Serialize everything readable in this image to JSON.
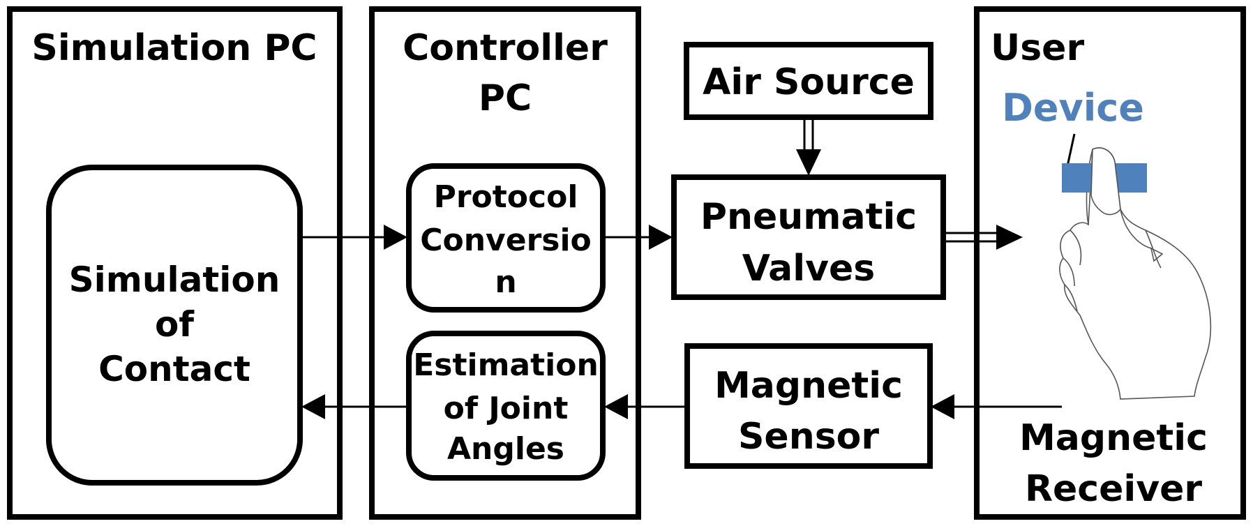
{
  "columns": {
    "simulation_pc": "Simulation PC",
    "controller_pc": [
      "Controller",
      "PC"
    ],
    "user": "User"
  },
  "blocks": {
    "simulation_of_contact": [
      "Simulation",
      "of",
      "Contact"
    ],
    "protocol_conversion": [
      "Protocol",
      "Conversio",
      "n"
    ],
    "estimation_joint_angles": [
      "Estimation",
      "of Joint",
      "Angles"
    ],
    "air_source": "Air Source",
    "pneumatic_valves": [
      "Pneumatic",
      "Valves"
    ],
    "magnetic_sensor": [
      "Magnetic",
      "Sensor"
    ],
    "magnetic_receiver": [
      "Magnetic",
      "Receiver"
    ]
  },
  "device": {
    "label": "Device",
    "color": "#4f81bd"
  }
}
